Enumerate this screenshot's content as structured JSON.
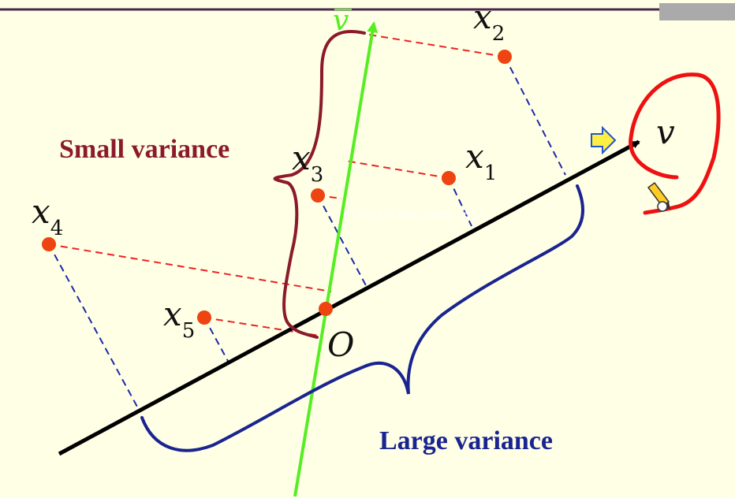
{
  "labels": {
    "small_variance": "Small variance",
    "large_variance": "Large variance",
    "origin": "O",
    "v": "v",
    "v_bar": "v",
    "watermark": "http://blog.csdn.net/"
  },
  "points": [
    {
      "name": "x",
      "sub": "1"
    },
    {
      "name": "x",
      "sub": "2"
    },
    {
      "name": "x",
      "sub": "3"
    },
    {
      "name": "x",
      "sub": "4"
    },
    {
      "name": "x",
      "sub": "5"
    }
  ],
  "colors": {
    "background": "#ffffe6",
    "main_axis": "#000000",
    "second_axis": "#55ee22",
    "red_projection": "#ee2222",
    "blue_projection": "#1a2aa8",
    "small_brace": "#8b1a2a",
    "large_brace": "#1a2490",
    "point": "#ee4411",
    "annotation": "#ee1111",
    "arrow_icon": "#ffee44",
    "top_rule": "#4a2a4a",
    "corner_bar": "#aaaaaa"
  },
  "icons": {
    "pointer": "arrow-right-icon",
    "pen": "pencil-icon"
  }
}
